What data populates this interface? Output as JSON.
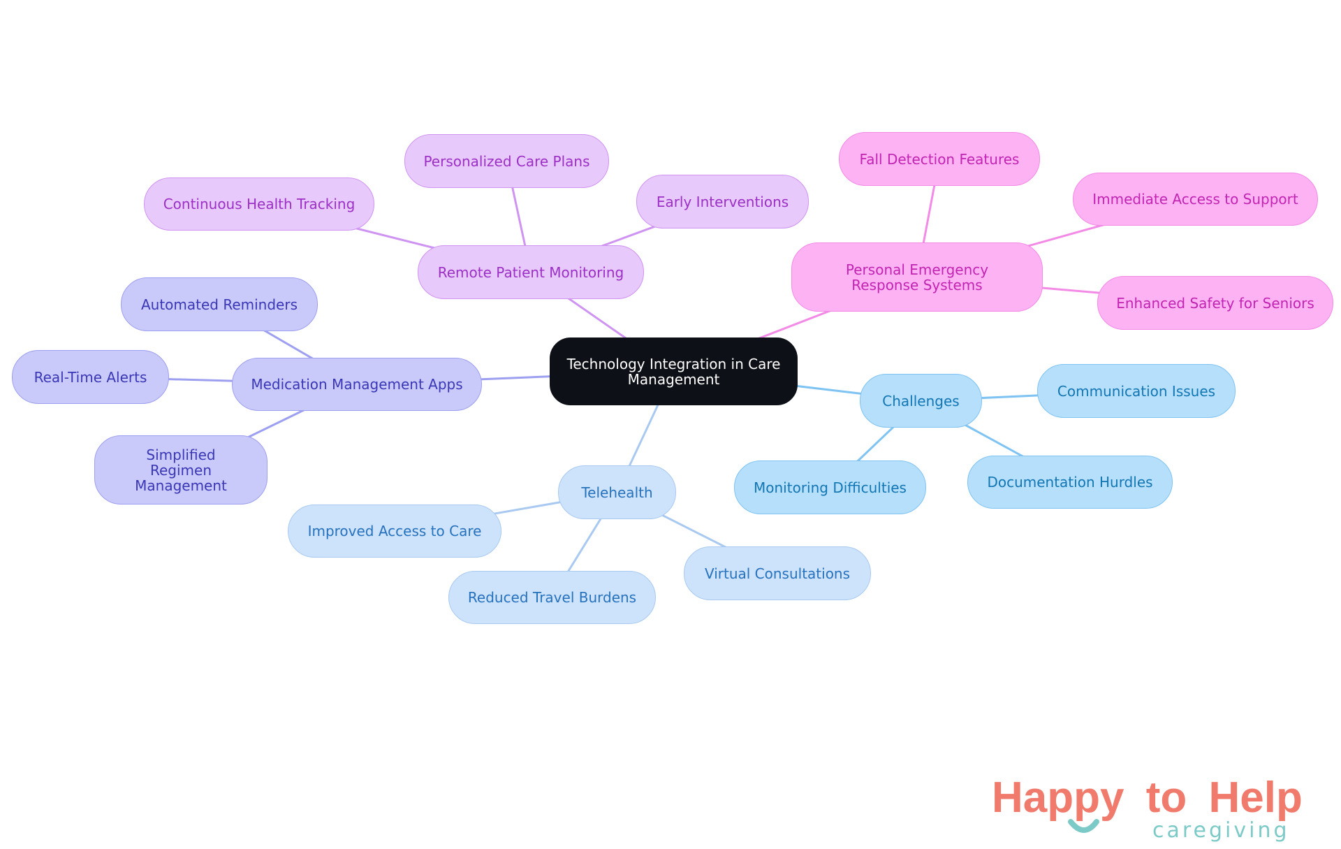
{
  "diagram": {
    "root": "Technology Integration in Care Management",
    "branches": {
      "remote_patient_monitoring": {
        "label": "Remote Patient Monitoring",
        "children": [
          "Continuous Health Tracking",
          "Personalized Care Plans",
          "Early Interventions"
        ]
      },
      "pers": {
        "label": "Personal Emergency Response Systems",
        "children": [
          "Fall Detection Features",
          "Immediate Access to Support",
          "Enhanced Safety for Seniors"
        ]
      },
      "medication": {
        "label": "Medication Management Apps",
        "children": [
          "Automated Reminders",
          "Real-Time Alerts",
          "Simplified Regimen Management"
        ]
      },
      "telehealth": {
        "label": "Telehealth",
        "children": [
          "Improved Access to Care",
          "Reduced Travel Burdens",
          "Virtual Consultations"
        ]
      },
      "challenges": {
        "label": "Challenges",
        "children": [
          "Communication Issues",
          "Monitoring Difficulties",
          "Documentation Hurdles"
        ]
      }
    },
    "colors": {
      "remote_patient_monitoring": "#cf93f2",
      "pers": "#f38ae6",
      "medication": "#9d9ff0",
      "telehealth": "#a9c9f1",
      "challenges": "#7fc3f2"
    }
  },
  "logo": {
    "word_happy": "Happy",
    "word_to": "to",
    "word_help": "Help",
    "tagline": "caregiving",
    "colors": {
      "main": "#f07a6c",
      "accent": "#7ccac8"
    }
  }
}
